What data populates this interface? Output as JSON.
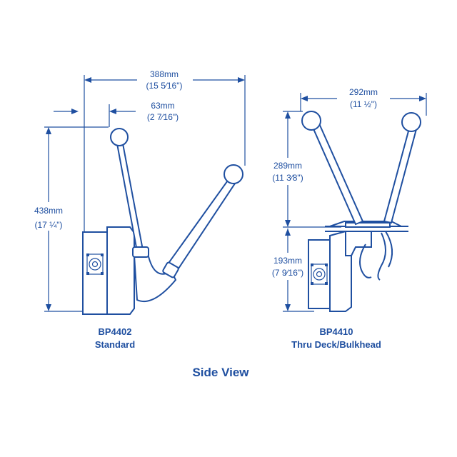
{
  "colors": {
    "ink": "#1f4fa0",
    "background": "#ffffff"
  },
  "left": {
    "width_mm": "388mm",
    "width_in": "(15 5⁄16\")",
    "offset_mm": "63mm",
    "offset_in": "(2 7⁄16\")",
    "height_mm": "438mm",
    "height_in": "(17 ¼\")",
    "model": "BP4402",
    "variant": "Standard"
  },
  "right": {
    "width_mm": "292mm",
    "width_in": "(11 ½\")",
    "upper_mm": "289mm",
    "upper_in": "(11 3⁄8\")",
    "lower_mm": "193mm",
    "lower_in": "(7 9⁄16\")",
    "model": "BP4410",
    "variant": "Thru Deck/Bulkhead"
  },
  "view_title": "Side View"
}
